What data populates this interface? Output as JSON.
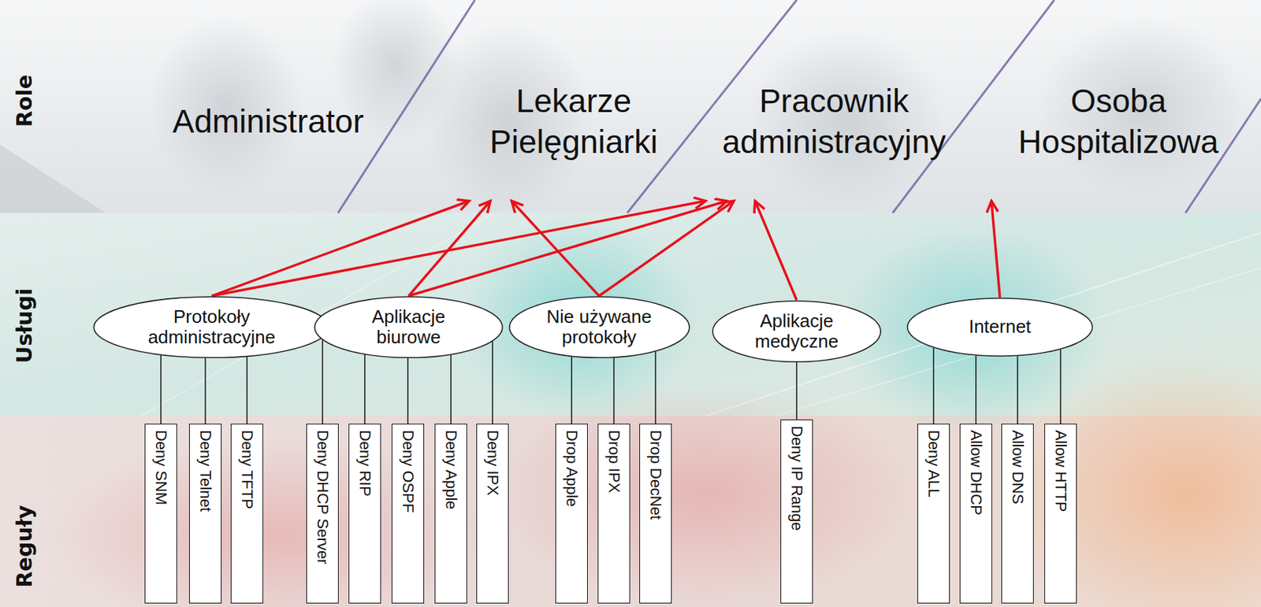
{
  "diagram": {
    "nodes": [
      {
        "text": [
          "Administrator"
        ]
      },
      {
        "text": [
          "Lekarze Pielęgniarki"
        ]
      },
      {
        "text": [
          "Pracownik administracyjny"
        ]
      },
      {
        "text": [
          "Osoba Hospitalizowa"
        ]
      },
      {
        "text": [
          "Protokoły administracyjne"
        ]
      },
      {
        "text": [
          "Aplikacje biurowe"
        ]
      },
      {
        "text": [
          "Nie używane protokoły"
        ]
      },
      {
        "text": [
          "Aplikacje medyczne"
        ]
      },
      {
        "text": [
          "Internet"
        ]
      },
      {
        "text": [
          "Deny SNM"
        ]
      },
      {
        "text": [
          "Deny Telnet"
        ]
      },
      {
        "text": [
          "Deny TFTP"
        ]
      },
      {
        "text": [
          "Deny DHCP Server"
        ]
      },
      {
        "text": [
          "Deny RIP"
        ]
      },
      {
        "text": [
          "Deny OSPF"
        ]
      },
      {
        "text": [
          "Deny Apple"
        ]
      },
      {
        "text": [
          "Deny IPX"
        ]
      },
      {
        "text": [
          "Drop Apple"
        ]
      },
      {
        "text": [
          "Drop IPX"
        ]
      },
      {
        "text": [
          "Drop DecNet"
        ]
      },
      {
        "text": [
          "Deny IP Range"
        ]
      },
      {
        "text": [
          "Deny ALL"
        ]
      },
      {
        "text": [
          "Allow DHCP"
        ]
      },
      {
        "text": [
          "Allow DNS"
        ]
      },
      {
        "text": [
          "Allow HTTP"
        ]
      }
    ],
    "edges": [
      {
        "from": 4,
        "to": 1,
        "arrow": "to"
      },
      {
        "from": 4,
        "to": 2,
        "arrow": "to"
      },
      {
        "from": 5,
        "to": 1,
        "arrow": "to"
      },
      {
        "from": 5,
        "to": 2,
        "arrow": "to"
      },
      {
        "from": 6,
        "to": 1,
        "arrow": "to"
      },
      {
        "from": 6,
        "to": 2,
        "arrow": "to"
      },
      {
        "from": 7,
        "to": 2,
        "arrow": "to"
      },
      {
        "from": 8,
        "to": 3,
        "arrow": "to"
      },
      {
        "from": 4,
        "to": 9,
        "arrow": "none"
      },
      {
        "from": 4,
        "to": 10,
        "arrow": "none"
      },
      {
        "from": 4,
        "to": 11,
        "arrow": "none"
      },
      {
        "from": 5,
        "to": 12,
        "arrow": "none"
      },
      {
        "from": 5,
        "to": 13,
        "arrow": "none"
      },
      {
        "from": 5,
        "to": 14,
        "arrow": "none"
      },
      {
        "from": 5,
        "to": 15,
        "arrow": "none"
      },
      {
        "from": 5,
        "to": 16,
        "arrow": "none"
      },
      {
        "from": 6,
        "to": 17,
        "arrow": "none"
      },
      {
        "from": 6,
        "to": 18,
        "arrow": "none"
      },
      {
        "from": 6,
        "to": 19,
        "arrow": "none"
      },
      {
        "from": 7,
        "to": 20,
        "arrow": "none"
      },
      {
        "from": 8,
        "to": 21,
        "arrow": "none"
      },
      {
        "from": 8,
        "to": 22,
        "arrow": "none"
      },
      {
        "from": 8,
        "to": 23,
        "arrow": "none"
      },
      {
        "from": 8,
        "to": 24,
        "arrow": "none"
      }
    ],
    "labels": [
      "Role",
      "Usługi",
      "Reguły"
    ]
  }
}
